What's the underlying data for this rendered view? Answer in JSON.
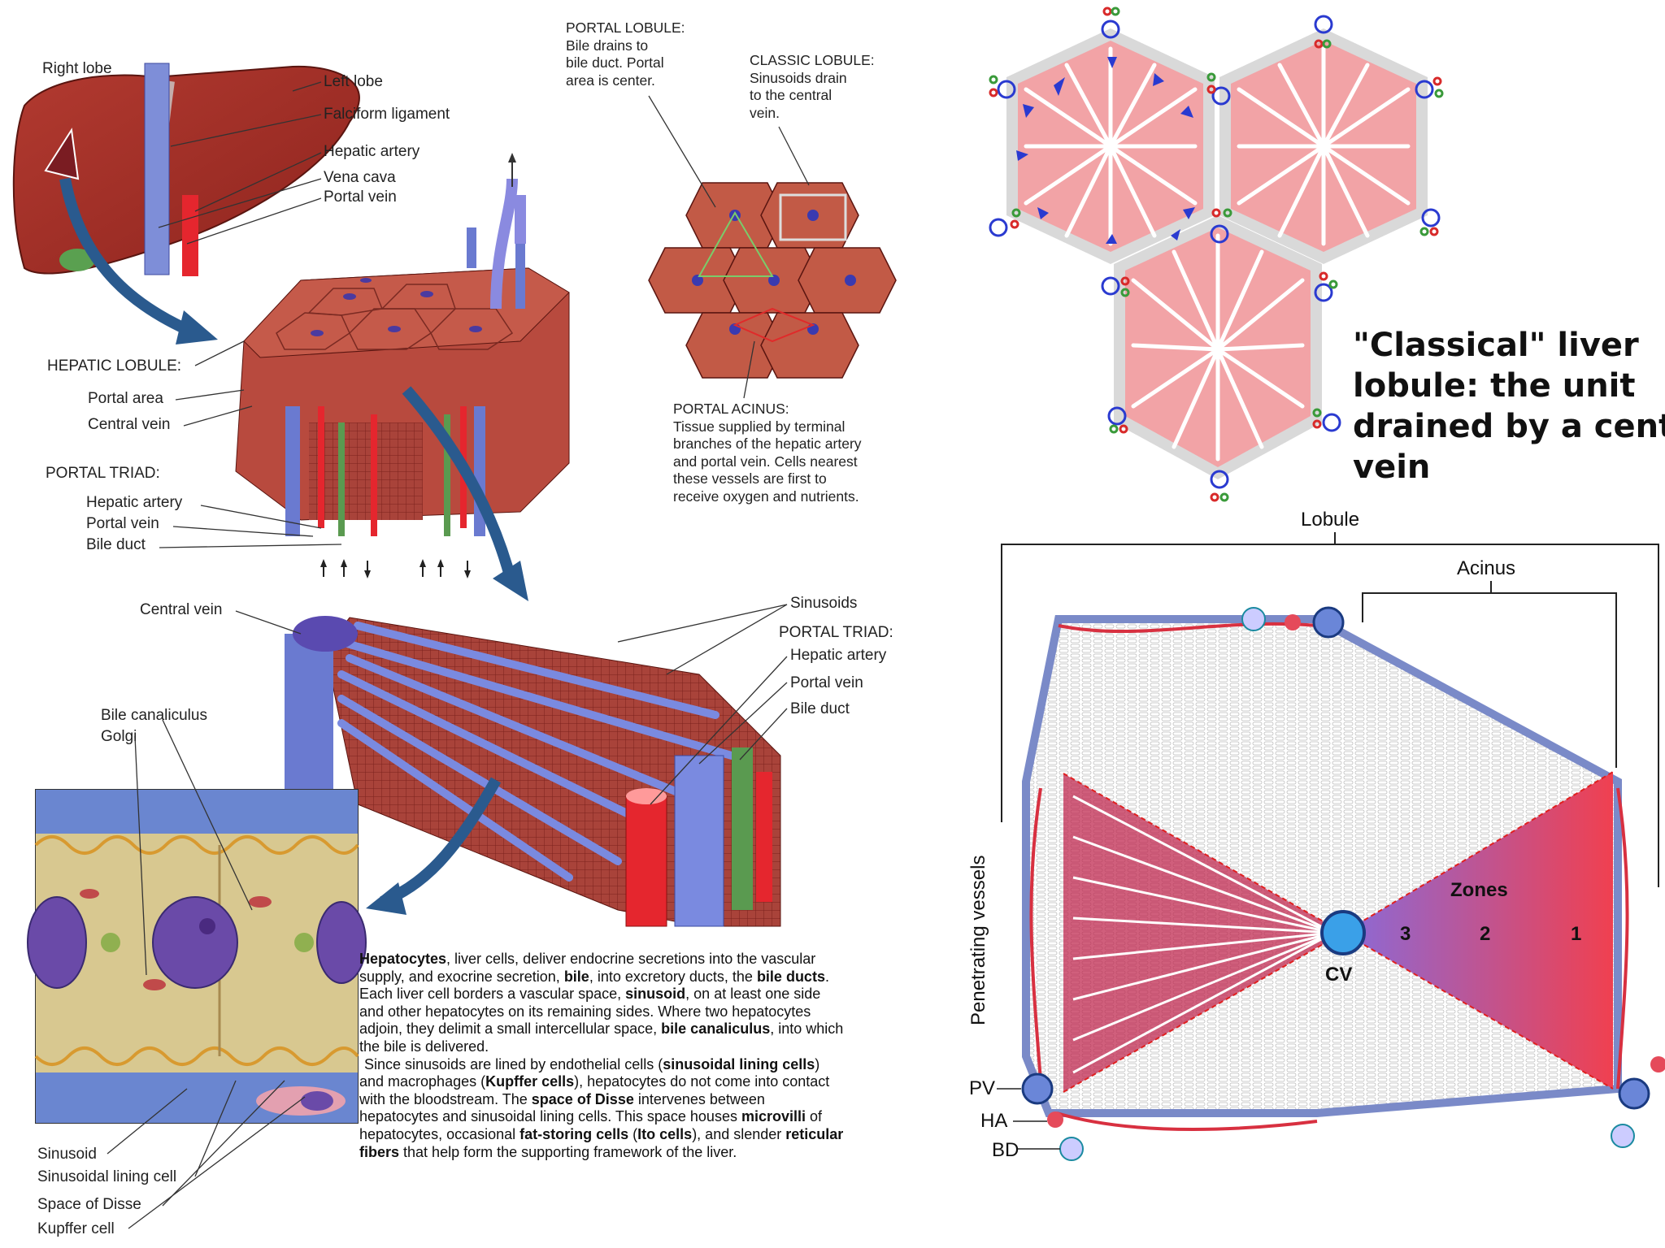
{
  "liver": {
    "right_lobe": "Right lobe",
    "left_lobe": "Left lobe",
    "falciform": "Falciform ligament",
    "hepatic_artery": "Hepatic artery",
    "vena_cava": "Vena cava",
    "portal_vein": "Portal vein"
  },
  "lobule3d": {
    "hepatic_lobule": "HEPATIC LOBULE:",
    "portal_area": "Portal area",
    "central_vein": "Central vein",
    "portal_triad": "PORTAL TRIAD:",
    "hepatic_artery": "Hepatic artery",
    "portal_vein": "Portal vein",
    "bile_duct": "Bile duct"
  },
  "hexes": {
    "portal_lobule": [
      "PORTAL LOBULE:",
      "Bile drains to",
      "bile duct. Portal",
      "area is center."
    ],
    "classic_lobule": [
      "CLASSIC LOBULE:",
      "Sinusoids drain",
      "to the central",
      "vein."
    ],
    "portal_acinus": [
      "PORTAL ACINUS:",
      "Tissue supplied by terminal",
      "branches of the hepatic artery",
      "and portal vein. Cells nearest",
      "these vessels are first to",
      "receive oxygen and nutrients."
    ]
  },
  "detail": {
    "central_vein": "Central vein",
    "sinusoids": "Sinusoids",
    "portal_triad": "PORTAL TRIAD:",
    "hepatic_artery": "Hepatic artery",
    "portal_vein": "Portal vein",
    "bile_duct": "Bile duct",
    "bile_canaliculus": "Bile canaliculus",
    "golgi": "Golgi",
    "sinusoid": "Sinusoid",
    "sinusoidal_lining_cell": "Sinusoidal lining cell",
    "space_of_disse": "Space of Disse",
    "kupffer_cell": "Kupffer cell"
  },
  "paragraph": {
    "p1": "<b>Hepatocytes</b>, liver cells, deliver endocrine secretions into the vascular supply, and exocrine secretion, <b>bile</b>, into excretory ducts, the <b>bile ducts</b>. Each liver cell borders a vascular space, <b>sinusoid</b>, on at least one side and other hepatocytes on its remaining sides. Where two hepatocytes adjoin, they delimit a small intercellular space, <b>bile canaliculus</b>, into which the bile is delivered.",
    "p2": "Since sinusoids are lined by endothelial cells (<b>sinusoidal lining cells</b>) and macrophages (<b>Kupffer cells</b>), hepatocytes do not come into contact with the bloodstream. The <b>space of Disse</b> intervenes between hepatocytes and sinusoidal lining cells. This space houses <b>microvilli</b> of hepatocytes, occasional <b>fat-storing cells</b> (<b>Ito cells</b>), and slender <b>reticular fibers</b> that help form the supporting framework of the liver."
  },
  "classical": [
    "\"Classical\" liver",
    "lobule: the unit",
    "drained by a central",
    "vein"
  ],
  "acinus_diagram": {
    "lobule": "Lobule",
    "acinus": "Acinus",
    "penetrating": "Penetrating vessels",
    "zones": "Zones",
    "z3": "3",
    "z2": "2",
    "z1": "1",
    "cv": "CV",
    "pv": "PV",
    "ha": "HA",
    "bd": "BD"
  },
  "colors": {
    "liver": "#a8322a",
    "artery": "#d8202a",
    "vein": "#6a7ad0",
    "bile": "#5a9a50",
    "sinusoid_pink": "#f2a3a6",
    "hex_grey": "#d9d9d9",
    "cv_blue": "#3aa0e8",
    "acinus_red": "#e53040"
  }
}
